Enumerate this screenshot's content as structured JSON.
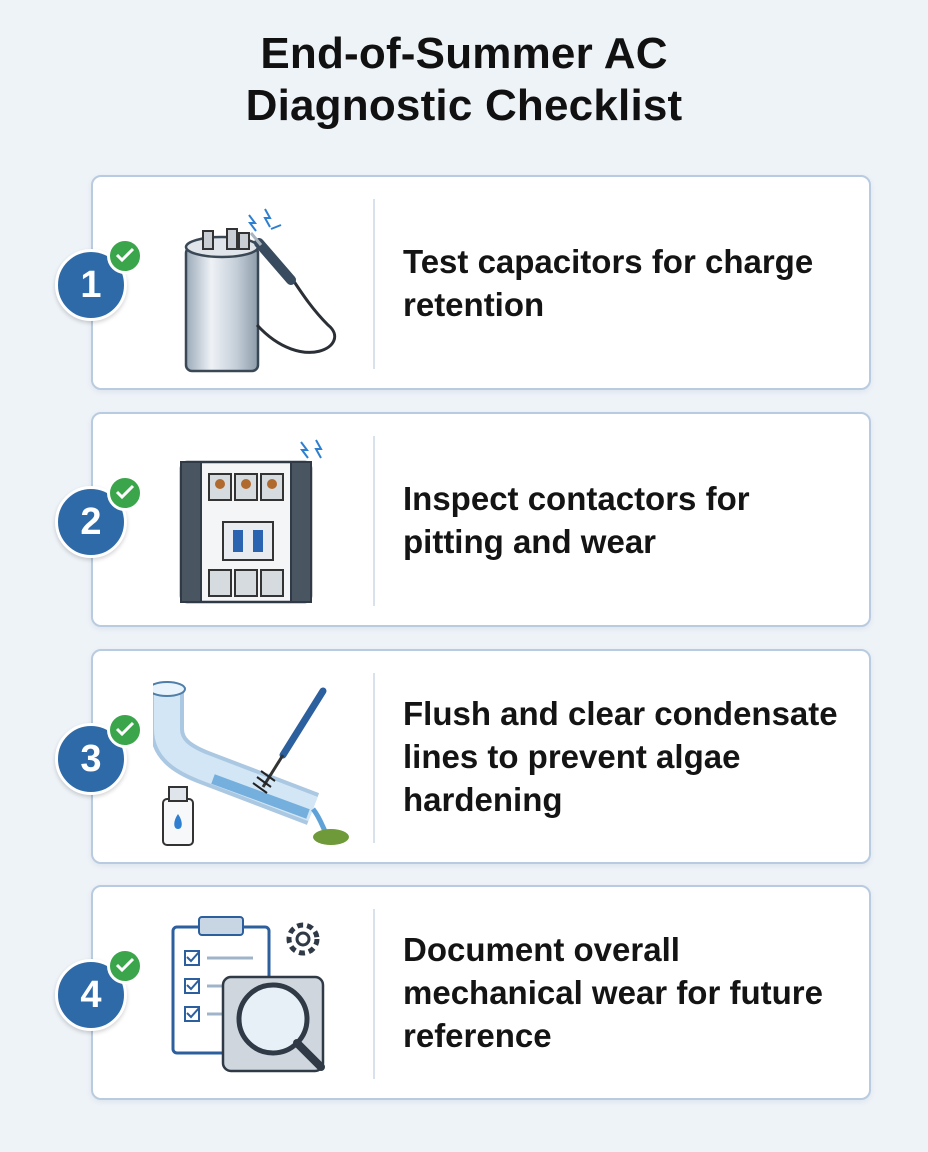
{
  "title": {
    "line1": "End-of-Summer AC",
    "line2": "Diagnostic Checklist"
  },
  "steps": [
    {
      "number": "1",
      "text": "Test capacitors for charge retention",
      "icon": "capacitor-multimeter-probe-icon",
      "checked": true
    },
    {
      "number": "2",
      "text": "Inspect contactors for pitting and wear",
      "icon": "contactor-relay-icon",
      "checked": true
    },
    {
      "number": "3",
      "text": "Flush and clear condensate lines to prevent algae hardening",
      "icon": "pipe-brush-cleaner-icon",
      "checked": true
    },
    {
      "number": "4",
      "text": "Document overall mechanical wear for future reference",
      "icon": "clipboard-ac-unit-magnifier-icon",
      "checked": true
    }
  ],
  "colors": {
    "badge": "#2f6aa8",
    "check": "#3aa54a",
    "card_border": "#b9cbe0",
    "background": "#eef3f8"
  }
}
